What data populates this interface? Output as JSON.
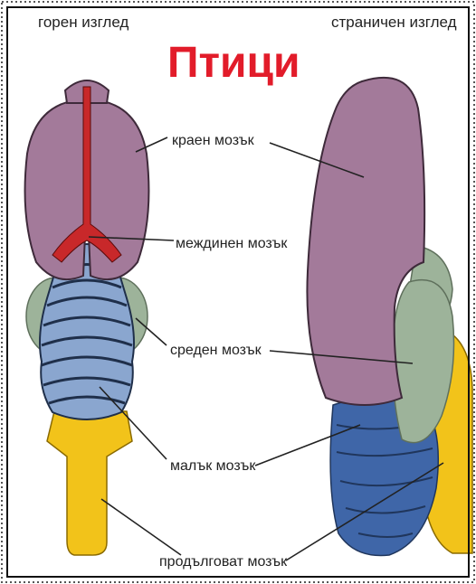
{
  "header": {
    "top_view": "горен изглед",
    "side_view": "страничен изглед",
    "title": "Птици"
  },
  "labels": {
    "telencephalon": "краен мозък",
    "diencephalon": "междинен мозък",
    "midbrain": "среден мозък",
    "cerebellum": "малък мозък",
    "medulla": "продълговат мозък"
  },
  "colors": {
    "telencephalon": "#a37a9a",
    "diencephalon": "#c8282a",
    "midbrain": "#9db39a",
    "cerebellum_top": "#8aa6cf",
    "cerebellum_side": "#3f66a8",
    "medulla": "#f2c31a",
    "title": "#e21c2a"
  }
}
